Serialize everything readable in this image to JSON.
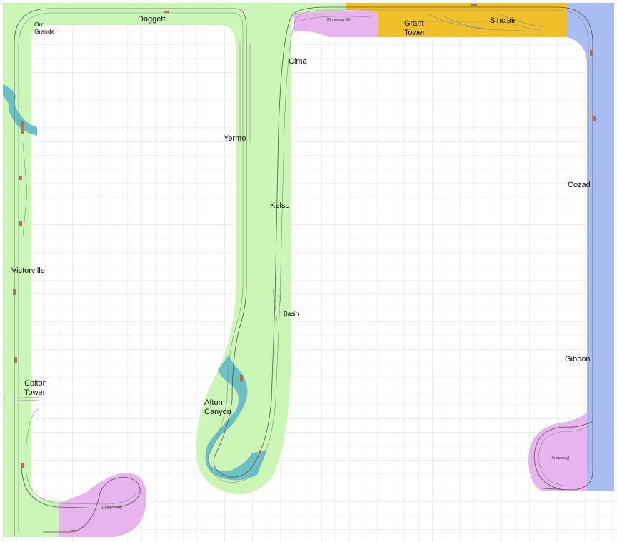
{
  "colors": {
    "background": "#ffffff",
    "grid": "#d9d9d9",
    "desert_green": "#ccf5b8",
    "orange_district": "#f0c02a",
    "blue_district": "#a9bdf2",
    "temporary_purple": "#e8b4ef",
    "river": "#6cbfc3",
    "track": "#555555",
    "structure": "#b07060"
  },
  "labels": {
    "oro_grande_line1": "Oro",
    "oro_grande_line2": "Grande",
    "daggett": "Daggett",
    "cima": "Cima",
    "yermo": "Yermo",
    "kelso": "Kelso",
    "basin": "Basin",
    "afton_line1": "Afton",
    "afton_line2": "Canyon",
    "victorville": "Victorville",
    "colton_line1": "Colton",
    "colton_line2": "Tower",
    "grant_line1": "Grant",
    "grant_line2": "Tower",
    "sinclair": "Sinclair",
    "cozad": "Cozad",
    "gibbon": "Gibbon",
    "temporary_bottom": "[Temporary]",
    "temporary_right": "[Temporary]",
    "temporary_top": "[Temporary fill]"
  },
  "icons": {
    "river": "river-shape",
    "track": "track-line",
    "turnout": "turnout-mark"
  }
}
